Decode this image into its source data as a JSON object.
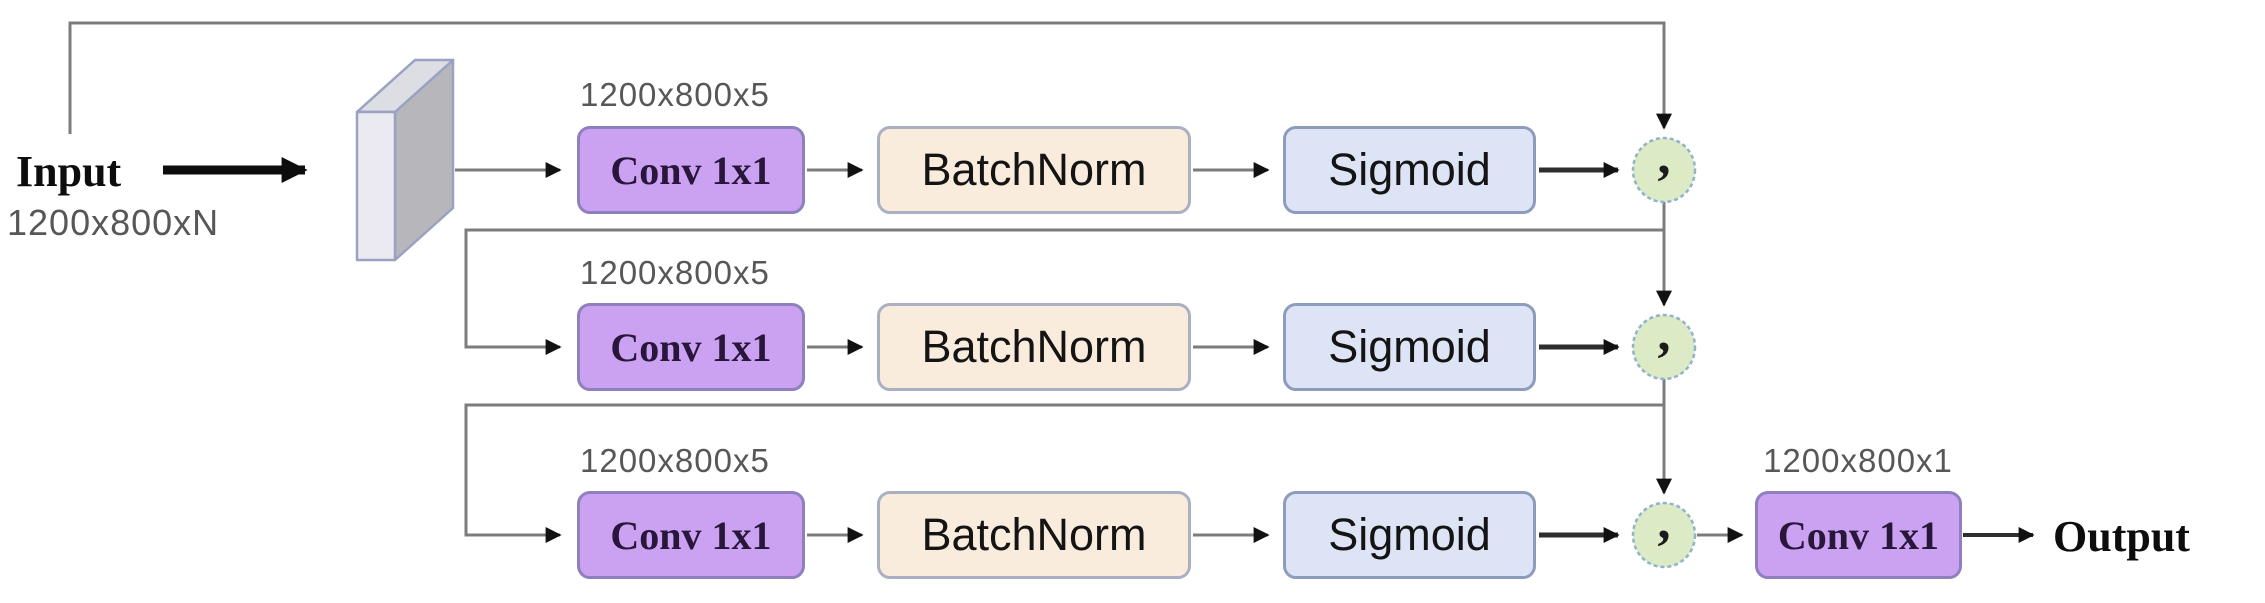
{
  "diagram": {
    "title": "multi-branch conv-batchnorm-sigmoid network with concatenation skip connections",
    "input": {
      "label": "Input",
      "dim": "1200x800xN"
    },
    "output": {
      "label": "Output"
    },
    "branches": [
      {
        "dim": "1200x800x5",
        "conv": "Conv 1x1",
        "batchnorm": "BatchNorm",
        "sigmoid": "Sigmoid",
        "concat": ","
      },
      {
        "dim": "1200x800x5",
        "conv": "Conv 1x1",
        "batchnorm": "BatchNorm",
        "sigmoid": "Sigmoid",
        "concat": ","
      },
      {
        "dim": "1200x800x5",
        "conv": "Conv 1x1",
        "batchnorm": "BatchNorm",
        "sigmoid": "Sigmoid",
        "concat": ","
      }
    ],
    "final": {
      "dim": "1200x800x1",
      "conv": "Conv 1x1"
    },
    "icons": {
      "feature_slab": "3d-feature-map-slab",
      "concat_node": "concatenation-comma-circle",
      "arrow": "black-arrowhead"
    },
    "colors": {
      "conv_fill": "#cba2f2",
      "conv_border": "#8d80bd",
      "batchnorm_fill": "#faecdc",
      "batchnorm_border": "#aab0c2",
      "sigmoid_fill": "#dde4f5",
      "sigmoid_border": "#8d9cbd",
      "concat_fill": "#dcebc6",
      "concat_border": "#8fb3ca",
      "slab_front": "#eaeaf0",
      "slab_side": "#b7b7bb",
      "slab_edge": "#99a2c2",
      "wire": "#7c7c7c",
      "arrow": "#111111",
      "dim_text": "#575757"
    }
  }
}
